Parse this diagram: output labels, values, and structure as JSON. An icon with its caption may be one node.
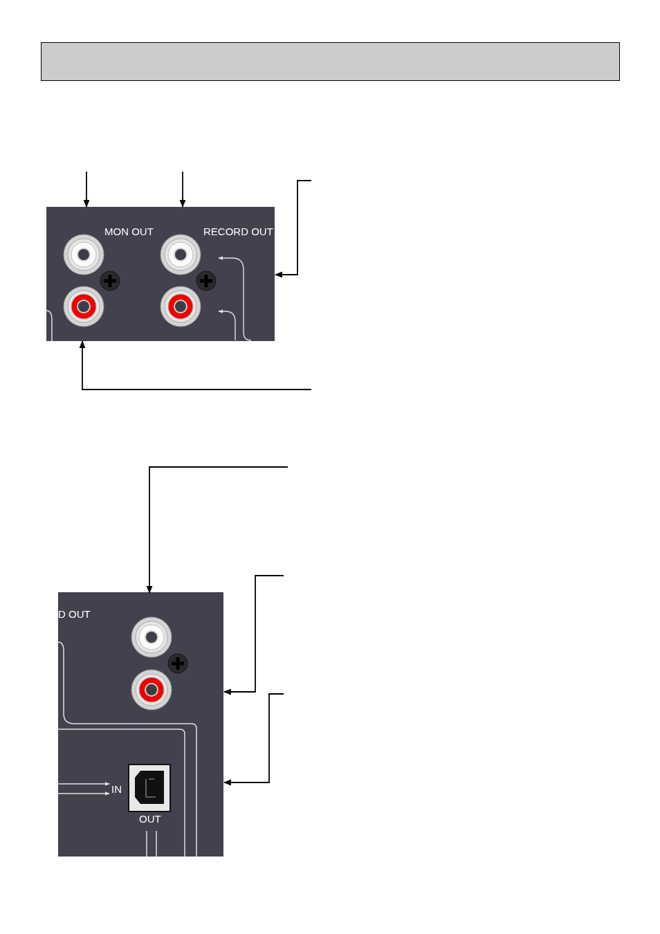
{
  "diagram": {
    "nodes": [
      {
        "text": [],
        "shape": "box"
      },
      {
        "text": [
          "MON OUT"
        ],
        "in": 0
      },
      {
        "text": [
          "RECORD OUT"
        ],
        "in": 0
      },
      {
        "text": [],
        "shape": "box"
      },
      {
        "text": [
          "D OUT"
        ],
        "in": 3
      },
      {
        "text": [
          "OUT"
        ],
        "in": 3,
        "beside": [
          "IN"
        ]
      }
    ],
    "edges": [
      {
        "from": null,
        "to": 1,
        "arrow": "to"
      },
      {
        "from": null,
        "to": 2,
        "arrow": "to"
      },
      {
        "from": null,
        "to": 0,
        "arrow": "to"
      },
      {
        "from": null,
        "to": 1,
        "arrow": "to"
      },
      {
        "from": null,
        "to": 4,
        "arrow": "to"
      },
      {
        "from": null,
        "to": 3,
        "arrow": "to"
      },
      {
        "from": null,
        "to": 3,
        "arrow": "to"
      },
      {
        "from": null,
        "to": 2,
        "arrow": "to",
        "color": "#e0e0e0"
      },
      {
        "from": null,
        "to": 2,
        "arrow": "to",
        "color": "#e0e0e0"
      },
      {
        "from": null,
        "to": 5,
        "arrow": "to",
        "color": "#e0e0e0"
      },
      {
        "from": null,
        "to": 5,
        "arrow": "to",
        "color": "#e0e0e0"
      }
    ]
  }
}
